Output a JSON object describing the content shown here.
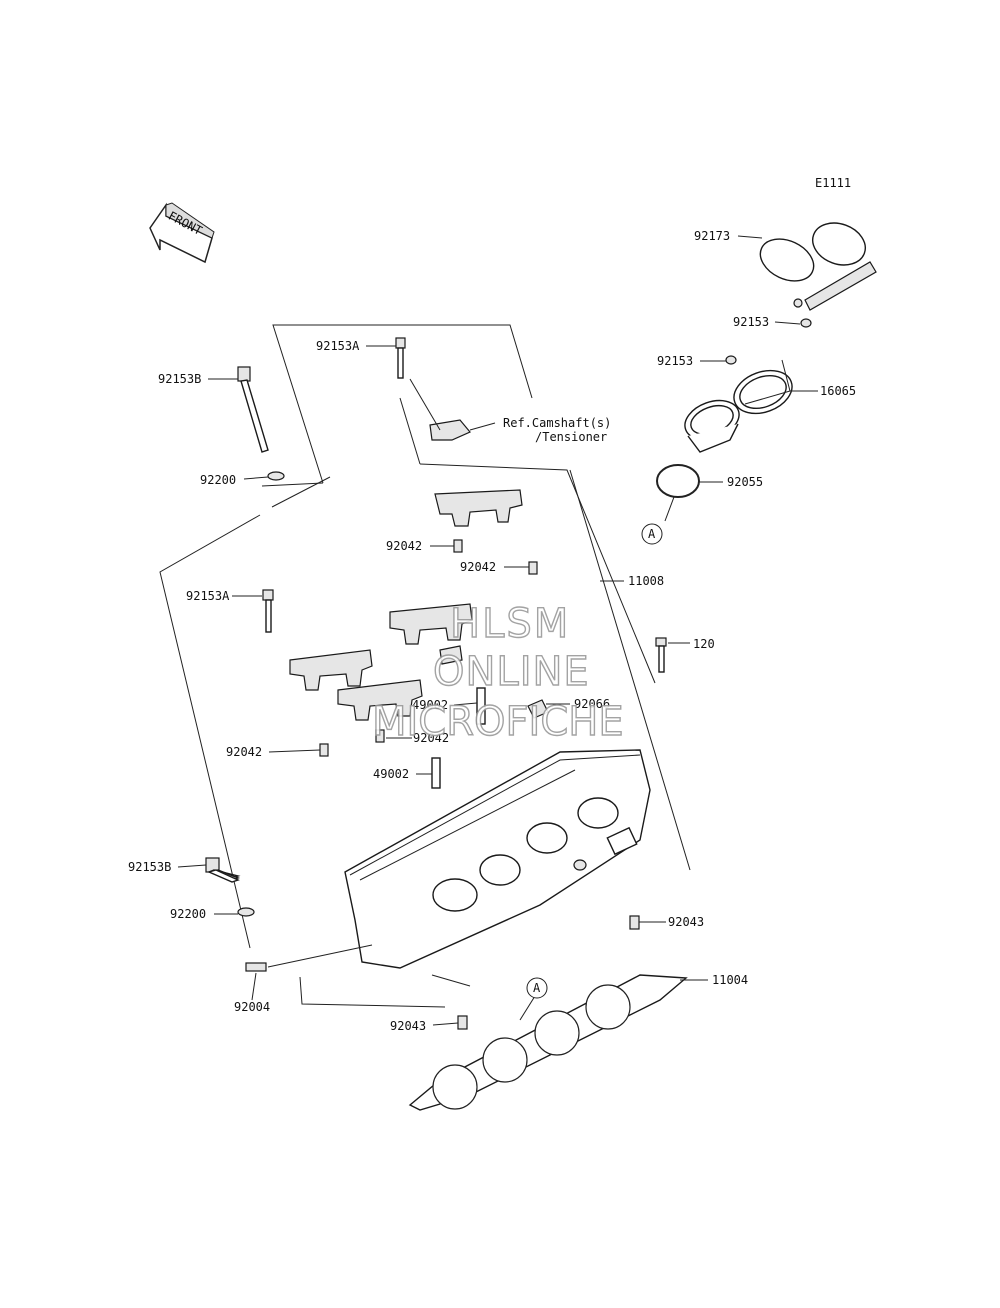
{
  "diagram_code": "E1111",
  "front_label": "FRONT",
  "ref_note_line1": "Ref.Camshaft(s)",
  "ref_note_line2": "/Tensioner",
  "watermark": [
    "HLSM",
    "ONLINE",
    "MICROFICHE"
  ],
  "callout_letter": "A",
  "parts": [
    {
      "id": "p-92173",
      "number": "92173"
    },
    {
      "id": "p-92153-top",
      "number": "92153"
    },
    {
      "id": "p-92153-mid",
      "number": "92153"
    },
    {
      "id": "p-16065",
      "number": "16065"
    },
    {
      "id": "p-92055",
      "number": "92055"
    },
    {
      "id": "p-92153A-top",
      "number": "92153A"
    },
    {
      "id": "p-92153B-top",
      "number": "92153B"
    },
    {
      "id": "p-92200-top",
      "number": "92200"
    },
    {
      "id": "p-92042-a",
      "number": "92042"
    },
    {
      "id": "p-92042-b",
      "number": "92042"
    },
    {
      "id": "p-11008",
      "number": "11008"
    },
    {
      "id": "p-92153A-mid",
      "number": "92153A"
    },
    {
      "id": "p-120",
      "number": "120"
    },
    {
      "id": "p-49002-a",
      "number": "49002"
    },
    {
      "id": "p-92066",
      "number": "92066"
    },
    {
      "id": "p-92042-c",
      "number": "92042"
    },
    {
      "id": "p-92042-d",
      "number": "92042"
    },
    {
      "id": "p-49002-b",
      "number": "49002"
    },
    {
      "id": "p-92153B-low",
      "number": "92153B"
    },
    {
      "id": "p-92043-a",
      "number": "92043"
    },
    {
      "id": "p-92200-low",
      "number": "92200"
    },
    {
      "id": "p-11004",
      "number": "11004"
    },
    {
      "id": "p-92004",
      "number": "92004"
    },
    {
      "id": "p-92043-b",
      "number": "92043"
    }
  ]
}
